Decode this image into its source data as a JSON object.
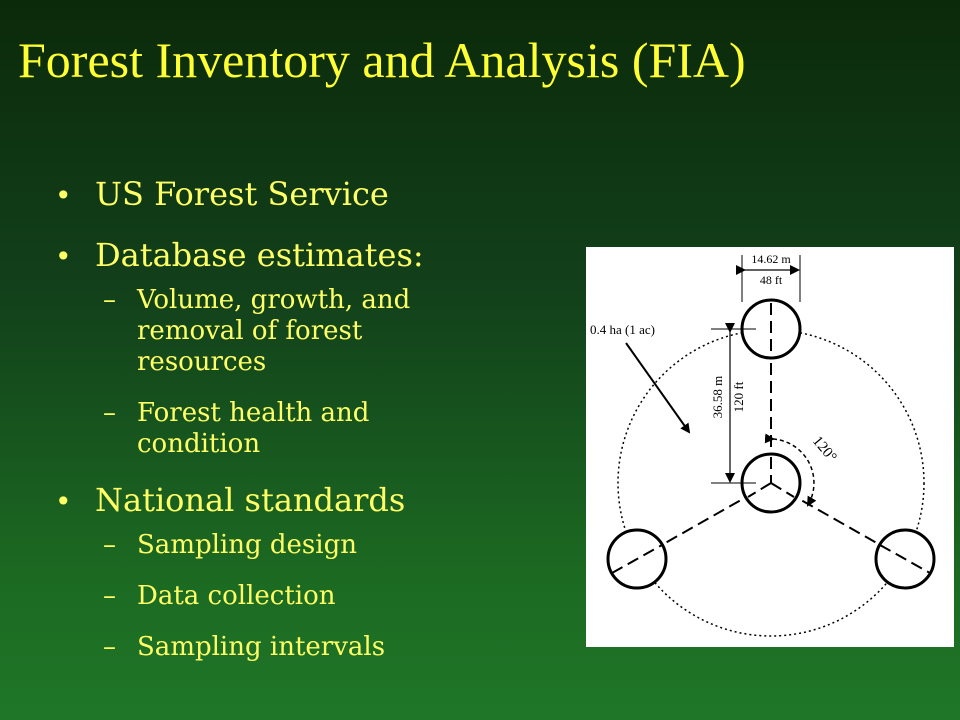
{
  "slide": {
    "title": "Forest Inventory and Analysis (FIA)"
  },
  "bullets": [
    {
      "text": "US Forest Service"
    },
    {
      "text": "Database estimates:",
      "subitems": [
        "Volume, growth, and removal of forest resources",
        "Forest health and condition"
      ]
    },
    {
      "text": "National standards",
      "subitems": [
        "Sampling design",
        "Data collection",
        "Sampling intervals"
      ]
    }
  ],
  "figure": {
    "subplot_width_m": "14.62 m",
    "subplot_width_ft": "48 ft",
    "area_label": "0.4 ha (1 ac)",
    "spacing_m": "36.58 m",
    "spacing_ft": "120 ft",
    "angle": "120°"
  },
  "colors": {
    "title": "#ffff33",
    "body_text": "#ffff66",
    "background_dark": "#0b2a0a",
    "background_light": "#1f7628"
  }
}
